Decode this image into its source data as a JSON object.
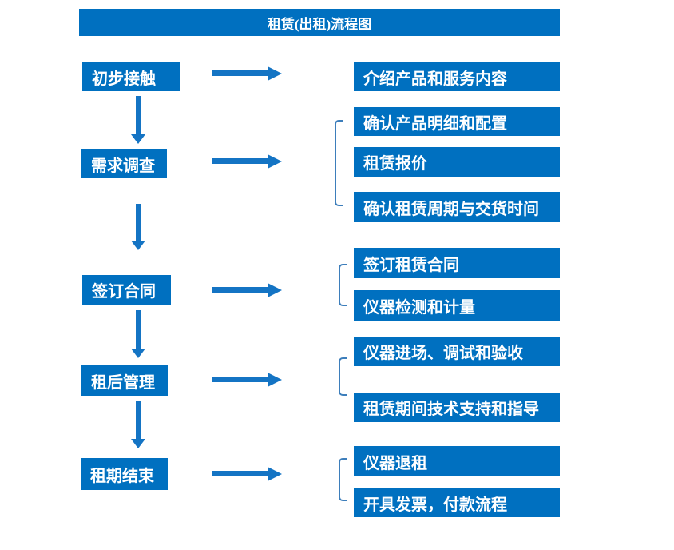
{
  "title": "租赁(出租)流程图",
  "colors": {
    "box_blue": "#0070C0",
    "arrow_blue": "#1474C4",
    "bracket_blue": "#3D7EBB",
    "text_white": "#FFFFFF"
  },
  "steps": [
    {
      "label": "初步接触",
      "details": [
        "介绍产品和服务内容"
      ]
    },
    {
      "label": "需求调查",
      "details": [
        "确认产品明细和配置",
        "租赁报价",
        "确认租赁周期与交货时间"
      ]
    },
    {
      "label": "签订合同",
      "details": [
        "签订租赁合同",
        "仪器检测和计量"
      ]
    },
    {
      "label": "租后管理",
      "details": [
        "仪器进场、调试和验收",
        "租赁期间技术支持和指导"
      ]
    },
    {
      "label": "租期结束",
      "details": [
        "仪器退租",
        "开具发票，付款流程"
      ]
    }
  ]
}
